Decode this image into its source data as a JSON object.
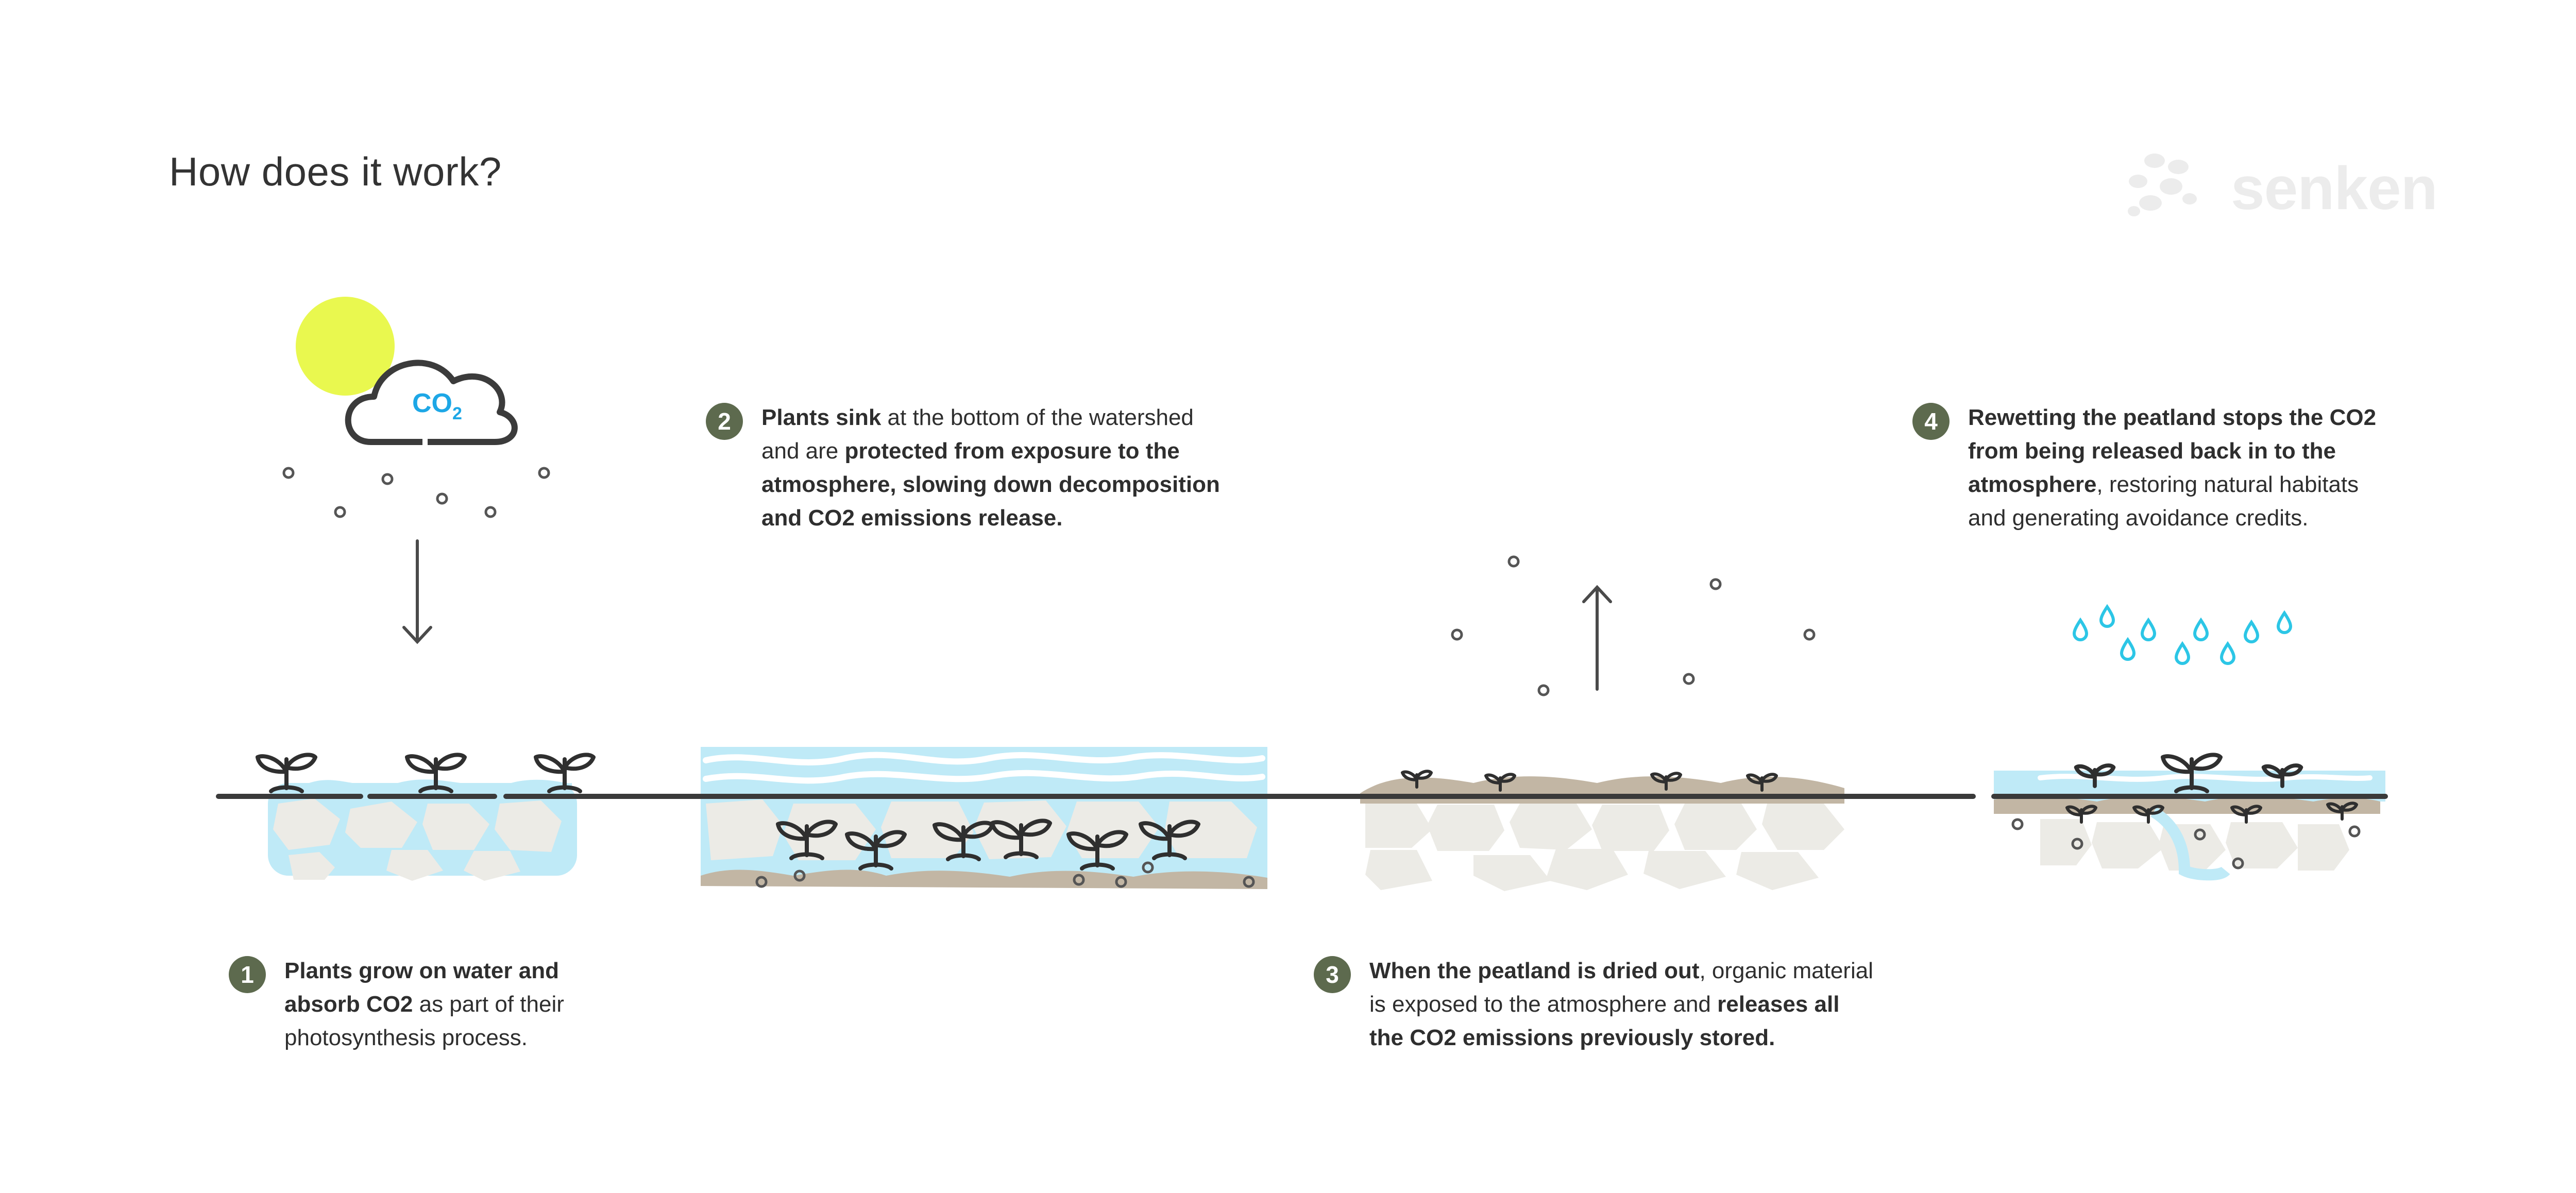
{
  "title": "How does it work?",
  "logo": {
    "text": "senken",
    "icon": "flower-dots-icon"
  },
  "co2_label": {
    "main": "CO",
    "sub": "2"
  },
  "colors": {
    "sun": "#e9f84f",
    "water": "#bfeaf7",
    "water_drop": "#2cc6e6",
    "soil": "#c2b6a4",
    "stone": "#ecebe6",
    "ink": "#3a3a3a",
    "badge": "#5d6a4e",
    "co2_text": "#1da7e6"
  },
  "steps": [
    {
      "number": "1",
      "lines": [
        [
          {
            "t": "Plants grow on water and",
            "b": true
          }
        ],
        [
          {
            "t": "absorb CO2",
            "b": true
          },
          {
            "t": " as part of their",
            "b": false
          }
        ],
        [
          {
            "t": "photosynthesis process.",
            "b": false
          }
        ]
      ]
    },
    {
      "number": "2",
      "lines": [
        [
          {
            "t": "Plants sink",
            "b": true
          },
          {
            "t": " at the bottom of the watershed",
            "b": false
          }
        ],
        [
          {
            "t": "and are ",
            "b": false
          },
          {
            "t": "protected from exposure to the",
            "b": true
          }
        ],
        [
          {
            "t": "atmosphere, slowing down decomposition",
            "b": true
          }
        ],
        [
          {
            "t": "and CO2 emissions release.",
            "b": true
          }
        ]
      ]
    },
    {
      "number": "3",
      "lines": [
        [
          {
            "t": "When the peatland is dried out",
            "b": true
          },
          {
            "t": ", organic material",
            "b": false
          }
        ],
        [
          {
            "t": "is exposed to the atmosphere and ",
            "b": false
          },
          {
            "t": "releases all",
            "b": true
          }
        ],
        [
          {
            "t": "the CO2 emissions previously stored.",
            "b": true
          }
        ]
      ]
    },
    {
      "number": "4",
      "lines": [
        [
          {
            "t": "Rewetting the peatland stops the CO2",
            "b": true
          }
        ],
        [
          {
            "t": "from being released back in to the",
            "b": true
          }
        ],
        [
          {
            "t": "atmosphere",
            "b": true
          },
          {
            "t": ", restoring natural habitats",
            "b": false
          }
        ],
        [
          {
            "t": "and generating avoidance credits.",
            "b": false
          }
        ]
      ]
    }
  ]
}
